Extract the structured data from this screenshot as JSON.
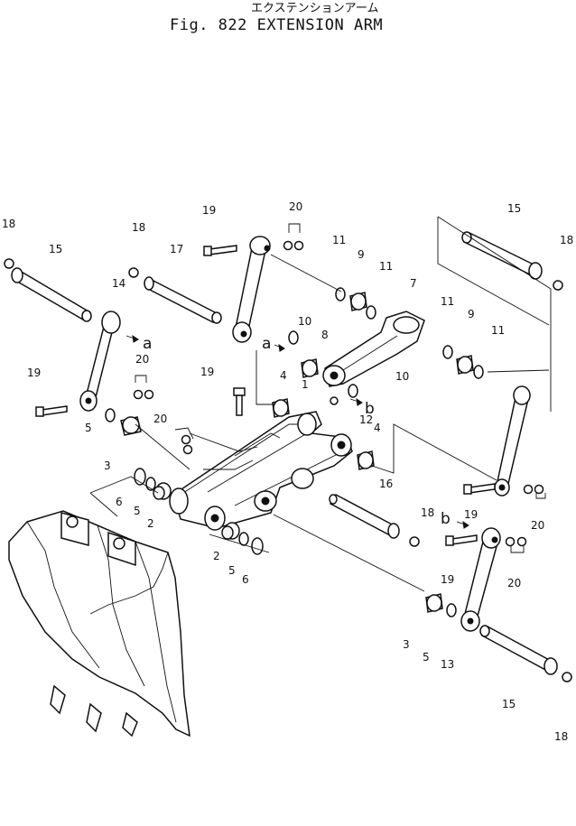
{
  "title": {
    "japanese": "エクステンションアーム",
    "english": "Fig. 822 EXTENSION ARM"
  },
  "callouts": {
    "c18_topleft": "18",
    "c15_left": "15",
    "c18_upper": "18",
    "c17": "17",
    "c14": "14",
    "c19_top": "19",
    "c20_top": "20",
    "c11_a": "11",
    "c9_a": "9",
    "c11_b": "11",
    "c7": "7",
    "c15_right": "15",
    "c18_right": "18",
    "c10_a": "10",
    "c8": "8",
    "c11_c": "11",
    "c9_b": "9",
    "c11_d": "11",
    "c19_left": "19",
    "c20_left": "20",
    "c19_mid": "19",
    "c4_a": "4",
    "c1": "1",
    "c10_b": "10",
    "c12": "12",
    "c5_left": "5",
    "c3_left": "3",
    "c20_mid": "20",
    "c4_b": "4",
    "c16": "16",
    "c6_left": "6",
    "c5_mid": "5",
    "c2_left": "2",
    "c19_right": "19",
    "c20_right": "20",
    "c18_mid": "18",
    "c19_lowright": "19",
    "c20_lowright": "20",
    "c2_low": "2",
    "c5_low": "5",
    "c6_low": "6",
    "c3_low": "3",
    "c5_low2": "5",
    "c13": "13",
    "c15_low": "15",
    "c18_low": "18"
  },
  "refs": {
    "a1": "a",
    "a2": "a",
    "b1": "b",
    "b2": "b"
  }
}
